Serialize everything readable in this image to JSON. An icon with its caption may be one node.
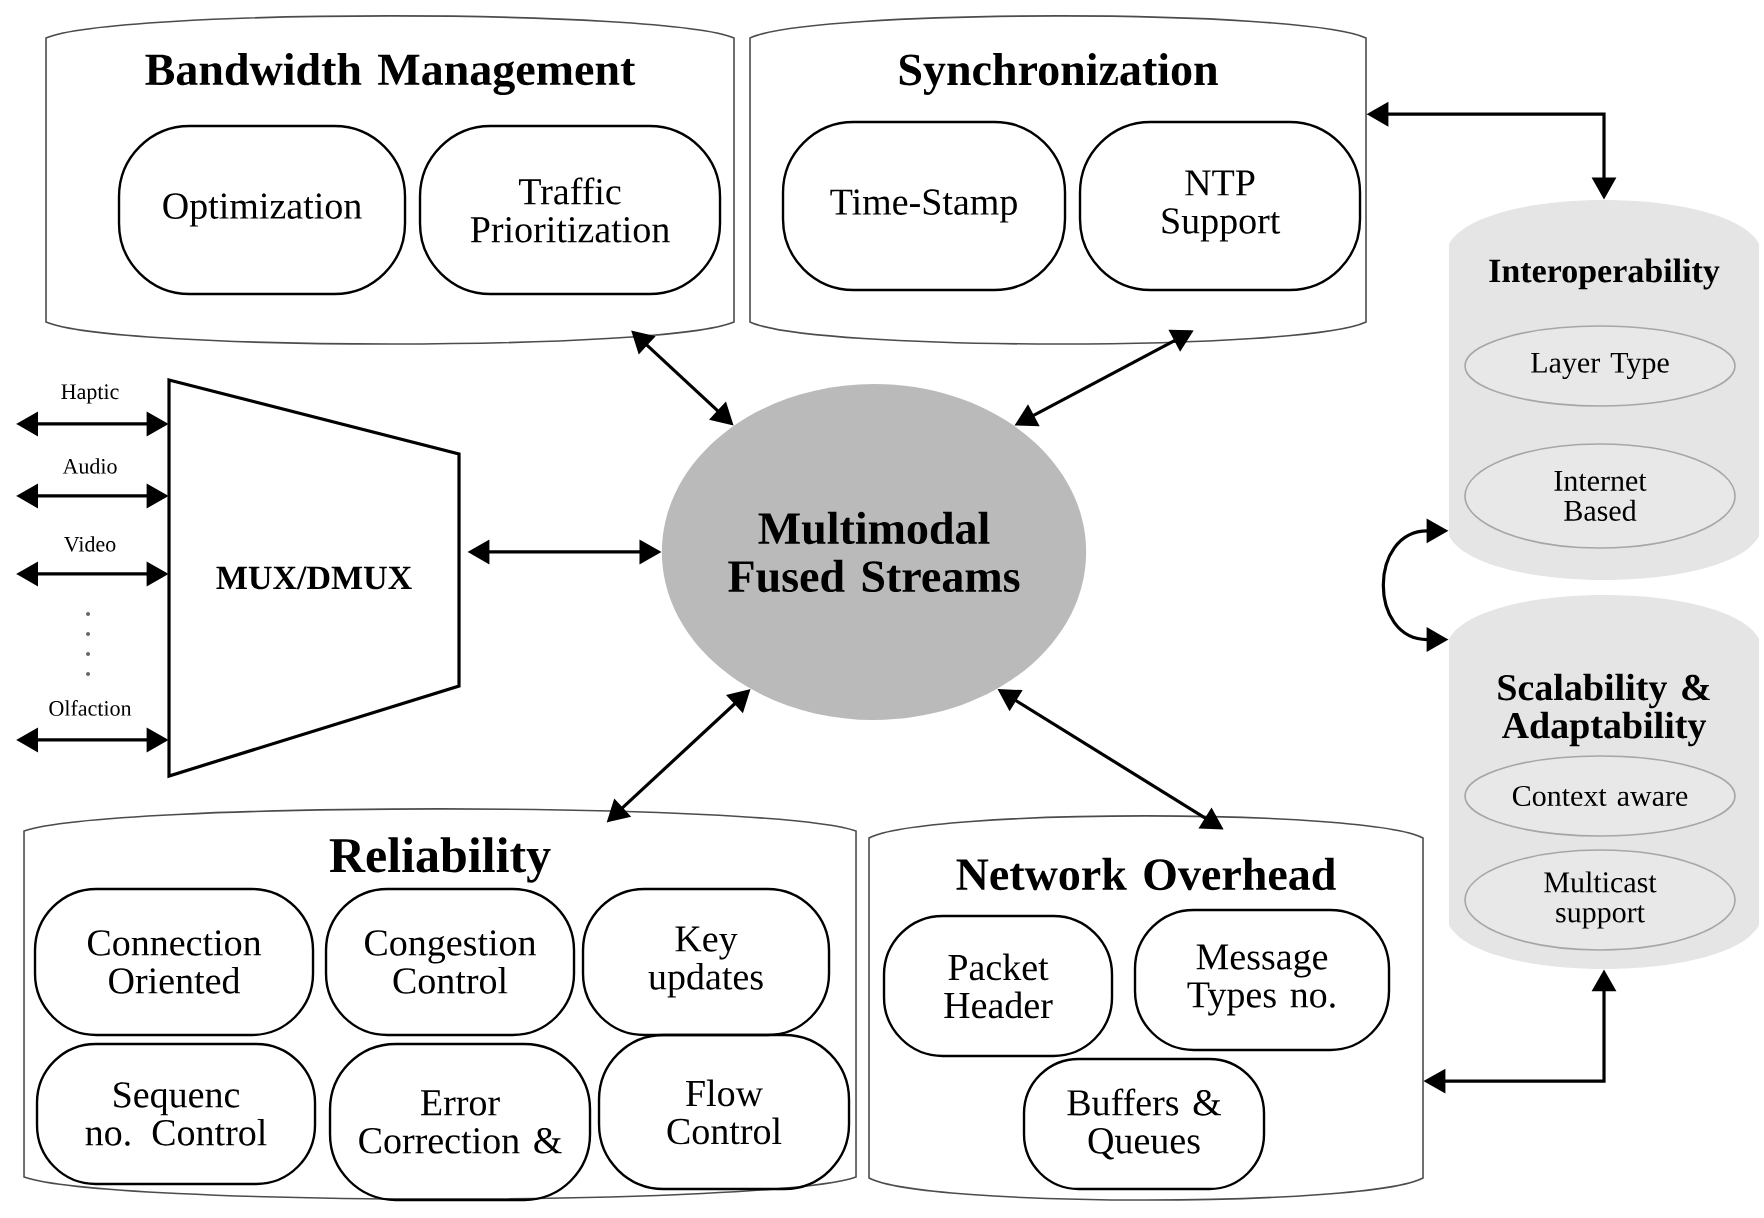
{
  "diagram": {
    "nodes": [
      {
        "text": [
          "Bandwidth Management"
        ]
      },
      {
        "text": [
          "Optimization"
        ],
        "in": 0
      },
      {
        "text": [
          "Traffic Prioritization"
        ],
        "in": 0
      },
      {
        "text": [
          "Synchronization"
        ]
      },
      {
        "text": [
          "Time-Stamp"
        ],
        "in": 3
      },
      {
        "text": [
          "NTP Support"
        ],
        "in": 3
      },
      {
        "text": [
          "Interoperability"
        ]
      },
      {
        "text": [
          "Layer Type"
        ],
        "in": 6
      },
      {
        "text": [
          "Internet Based"
        ],
        "in": 6
      },
      {
        "text": [
          "Scalability & Adaptability"
        ]
      },
      {
        "text": [
          "Context aware"
        ],
        "in": 9
      },
      {
        "text": [
          "Multicast support"
        ],
        "in": 9
      },
      {
        "text": [
          "MUX/DMUX"
        ]
      },
      {
        "text": [
          "Multimodal Fused Streams"
        ]
      },
      {
        "text": [
          "Reliability"
        ]
      },
      {
        "text": [
          "Connection Oriented"
        ],
        "in": 14
      },
      {
        "text": [
          "Congestion Control"
        ],
        "in": 14
      },
      {
        "text": [
          "Key updates"
        ],
        "in": 14
      },
      {
        "text": [
          "Sequenc no. Control"
        ],
        "in": 14
      },
      {
        "text": [
          "Error Correction &"
        ],
        "in": 14
      },
      {
        "text": [
          "Flow Control"
        ],
        "in": 14
      },
      {
        "text": [
          "Network Overhead"
        ]
      },
      {
        "text": [
          "Packet Header"
        ],
        "in": 21
      },
      {
        "text": [
          "Message Types no."
        ],
        "in": 21
      },
      {
        "text": [
          "Buffers & Queues"
        ],
        "in": 21
      }
    ],
    "edges": [
      {
        "from": null,
        "to": 12,
        "arrow": "both",
        "label": "Haptic"
      },
      {
        "from": null,
        "to": 12,
        "arrow": "both",
        "label": "Audio"
      },
      {
        "from": null,
        "to": 12,
        "arrow": "both",
        "label": "Video"
      },
      {
        "from": null,
        "to": 12,
        "arrow": "both",
        "label": "Olfaction"
      },
      {
        "from": 12,
        "to": 13,
        "arrow": "both"
      },
      {
        "from": 13,
        "to": 0,
        "arrow": "both"
      },
      {
        "from": 13,
        "to": 3,
        "arrow": "both"
      },
      {
        "from": 13,
        "to": 14,
        "arrow": "both"
      },
      {
        "from": 13,
        "to": 21,
        "arrow": "both"
      },
      {
        "from": 3,
        "to": 6,
        "arrow": "both"
      },
      {
        "from": 6,
        "to": 9,
        "arrow": "both"
      },
      {
        "from": 21,
        "to": 9,
        "arrow": "both"
      }
    ]
  }
}
